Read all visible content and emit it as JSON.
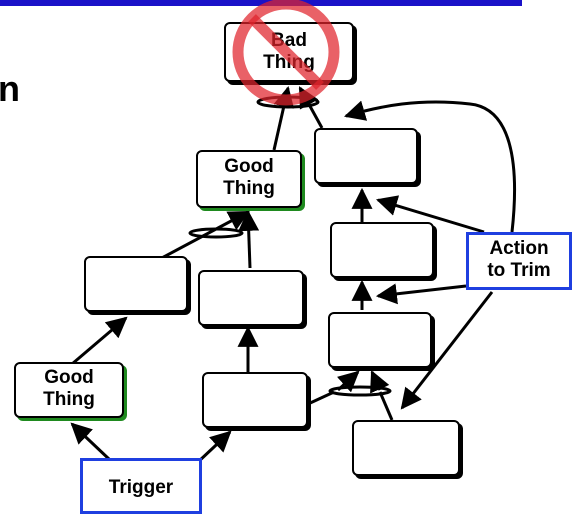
{
  "leading_text": "n",
  "nodes": {
    "bad_thing": [
      "Bad",
      "Thing"
    ],
    "good_thing_top": [
      "Good",
      "Thing"
    ],
    "good_thing_left": [
      "Good",
      "Thing"
    ],
    "action_to_trim": [
      "Action",
      "to Trim"
    ],
    "trigger": "Trigger"
  },
  "colors": {
    "accent_blue": "#1f3fe0",
    "good_green": "#1f8a1f",
    "prohibit_red": "#e0242c"
  },
  "icons": [
    "prohibited-sign-icon"
  ]
}
